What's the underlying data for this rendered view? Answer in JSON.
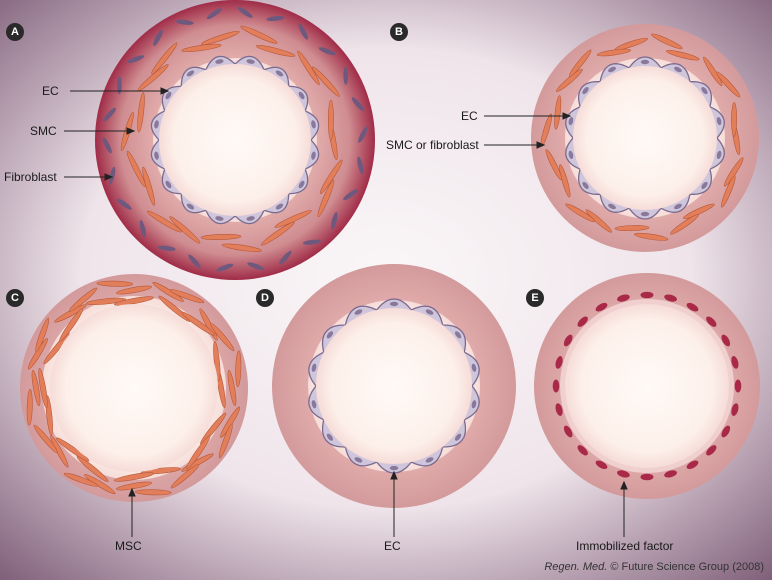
{
  "panels": {
    "a": {
      "letter": "A",
      "labels": {
        "ec": "EC",
        "smc": "SMC",
        "fibroblast": "Fibroblast"
      }
    },
    "b": {
      "letter": "B",
      "labels": {
        "ec": "EC",
        "smc_or_fibroblast": "SMC or fibroblast"
      }
    },
    "c": {
      "letter": "C",
      "labels": {
        "msc": "MSC"
      }
    },
    "d": {
      "letter": "D",
      "labels": {
        "ec": "EC"
      }
    },
    "e": {
      "letter": "E",
      "labels": {
        "immobilized_factor": "Immobilized factor"
      }
    }
  },
  "credit": {
    "journal": "Regen. Med.",
    "text": "© Future Science Group (2008)"
  },
  "colors": {
    "background_center": "#faf6f8",
    "background_edge": "#7c5a72",
    "outer_wall": "#a8344e",
    "wall": "#dba0a4",
    "lumen": "#fff6f0",
    "endothelium": "#7c6a8e",
    "smc": "#e27f5a",
    "factor": "#a82a48"
  }
}
